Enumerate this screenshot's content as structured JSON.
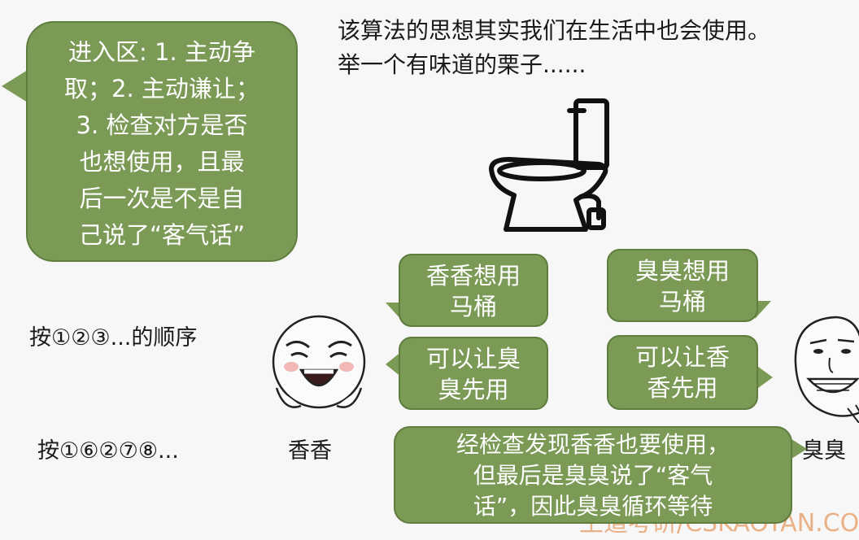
{
  "intro": {
    "line1": "该算法的思想其实我们在生活中也会使用。",
    "line2": "举一个有味道的栗子......"
  },
  "rules_bubble": {
    "text": "进入区: 1. 主动争\n取；2. 主动谦让；\n3. 检查对方是否\n也想使用，且最\n后一次是不是自\n己说了“客气话”"
  },
  "order_labels": {
    "first": "按①②③...的顺序",
    "second": "按①⑥②⑦⑧..."
  },
  "characters": {
    "left_name": "香香",
    "right_name": "臭臭"
  },
  "dialogue": {
    "xiangxiang_want": "香香想用\n马桶",
    "xiangxiang_yield": "可以让臭\n臭先用",
    "choucho_want": "臭臭想用\n马桶",
    "choucho_yield": "可以让香\n香先用",
    "check_result": "经检查发现香香也要使用，\n但最后是臭臭说了“客气\n话”，因此臭臭循环等待"
  },
  "watermark": {
    "text": "王道考研/CSKAOYAN.COM"
  },
  "colors": {
    "bubble_fill": "#7a9a55",
    "bubble_border": "#5f7d3e",
    "bubble_text": "#ffffff"
  },
  "icons": {
    "toilet": "toilet-icon",
    "left_face": "meme-face-crying-laugh",
    "right_face": "meme-face-grin"
  }
}
